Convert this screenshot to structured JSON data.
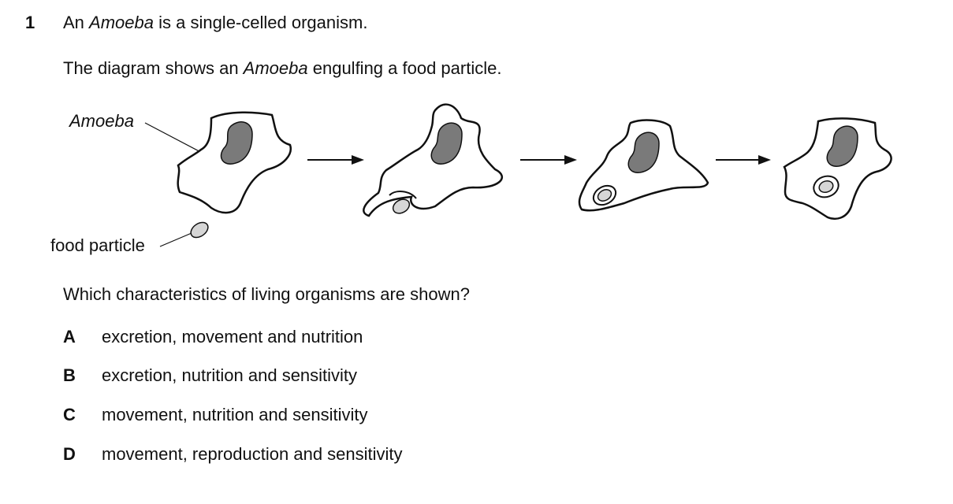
{
  "question": {
    "number": "1",
    "intro": {
      "prefix": "An ",
      "organism": "Amoeba",
      "suffix": " is a single-celled organism."
    },
    "description": {
      "prefix": "The diagram shows an ",
      "organism": "Amoeba",
      "suffix": " engulfing a food particle."
    },
    "diagram": {
      "label_amoeba": "Amoeba",
      "label_food": "food particle",
      "colors": {
        "nucleus": "#7a7a7a",
        "food": "#d6d6d6",
        "outline": "#111111"
      }
    },
    "prompt": "Which characteristics of living organisms are shown?",
    "options": [
      {
        "letter": "A",
        "text": "excretion, movement and nutrition"
      },
      {
        "letter": "B",
        "text": "excretion, nutrition and sensitivity"
      },
      {
        "letter": "C",
        "text": "movement, nutrition and sensitivity"
      },
      {
        "letter": "D",
        "text": "movement, reproduction and sensitivity"
      }
    ]
  }
}
